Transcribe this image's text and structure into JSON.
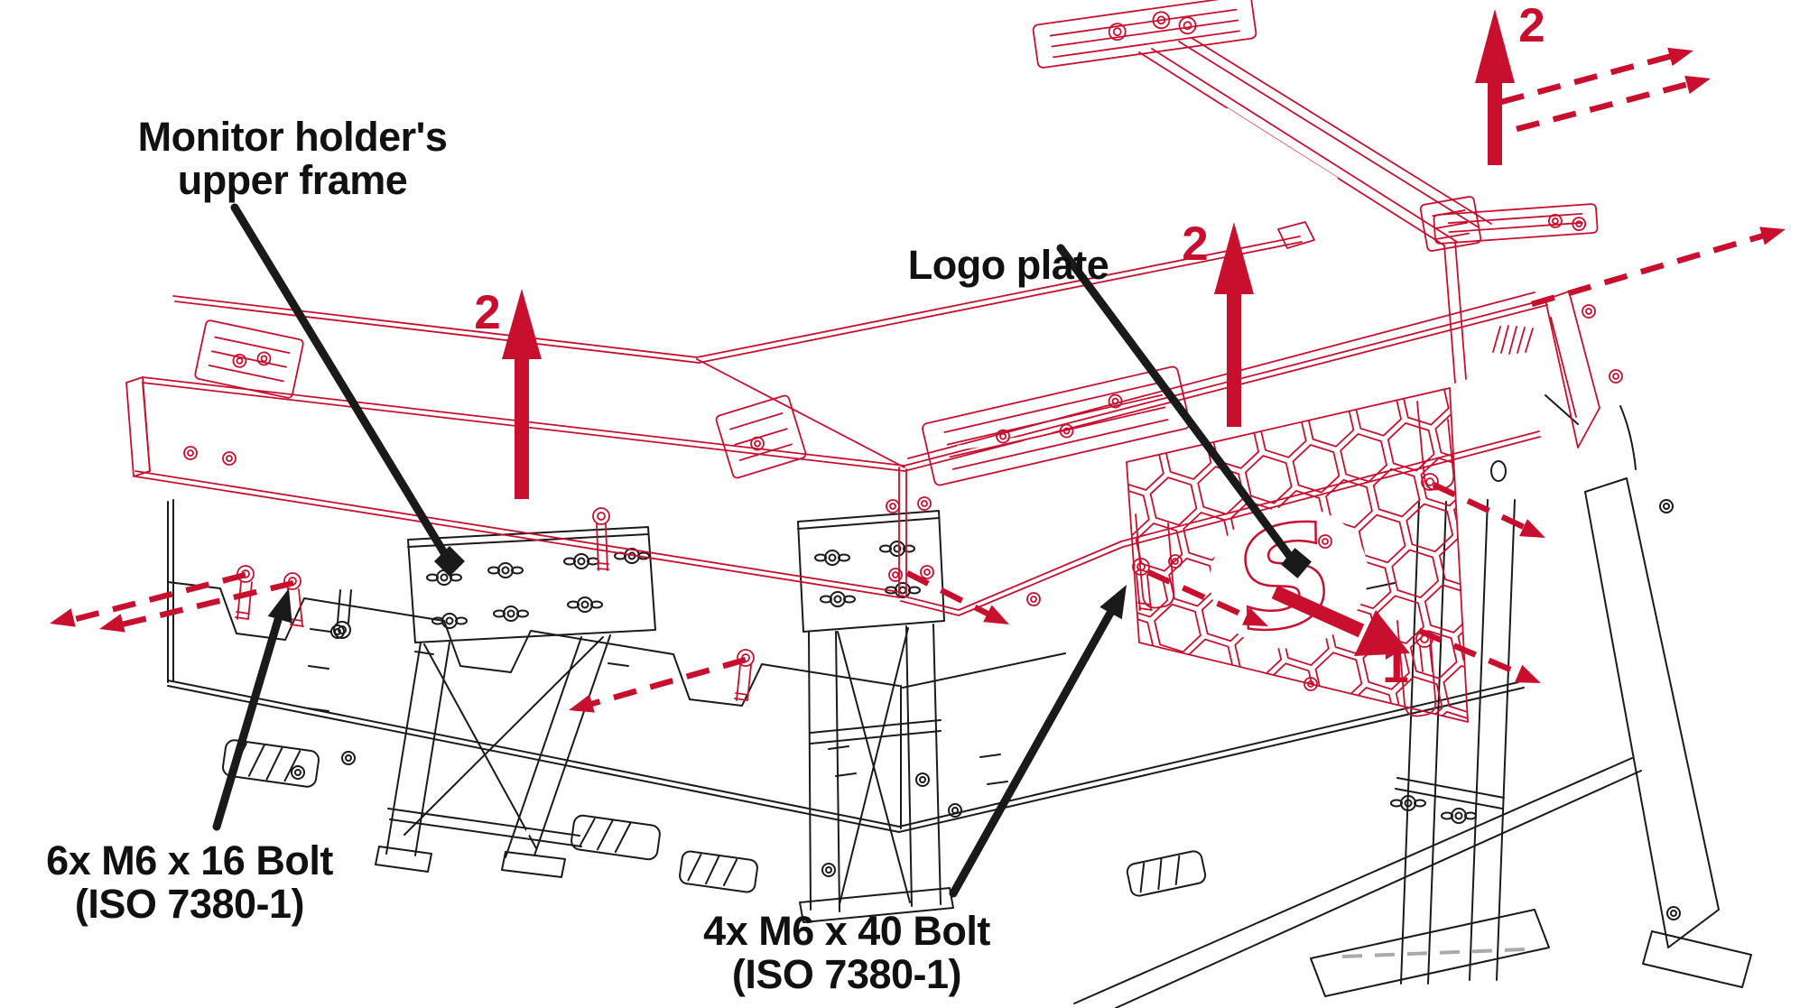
{
  "labels": {
    "upper_frame": {
      "line1": "Monitor holder's",
      "line2": "upper frame"
    },
    "logo_plate": "Logo plate",
    "bolt_m6x16": {
      "line1": "6x M6 x 16 Bolt",
      "line2": "(ISO 7380-1)"
    },
    "bolt_m6x40": {
      "line1": "4x M6 x 40 Bolt",
      "line2": "(ISO 7380-1)"
    }
  },
  "steps": {
    "step_1": "1",
    "step_2": "2"
  },
  "logo_glyph": "S",
  "colors": {
    "accent_red": "#C8102E",
    "line_black": "#1a1a1a",
    "background": "#ffffff"
  }
}
